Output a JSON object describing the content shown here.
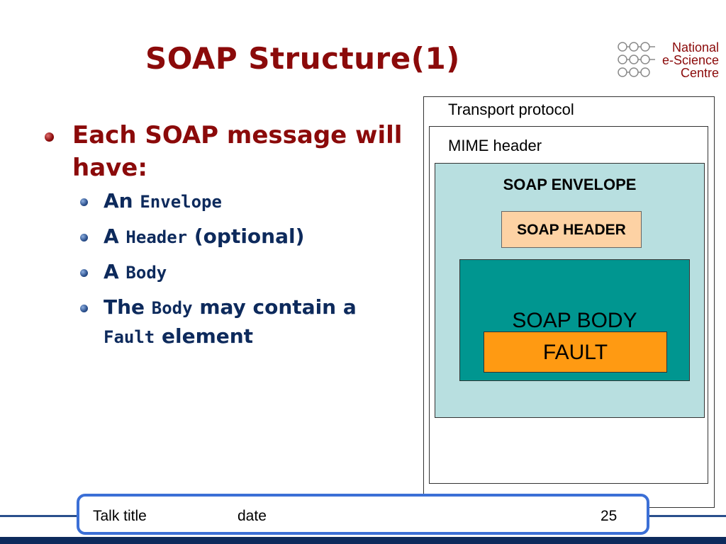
{
  "slide": {
    "title": "SOAP Structure(1)"
  },
  "logo": {
    "line1": "National",
    "line2": "e-Science",
    "line3": "Centre",
    "color": "#8b0a0a"
  },
  "bullets": {
    "main": "Each SOAP message will have:",
    "items": [
      {
        "t1": "An ",
        "code1": "Envelope",
        "t2": "",
        "code2": "",
        "t3": ""
      },
      {
        "t1": "A ",
        "code1": "Header",
        "t2": " (optional)",
        "code2": "",
        "t3": ""
      },
      {
        "t1": "A ",
        "code1": "Body",
        "t2": "",
        "code2": "",
        "t3": ""
      },
      {
        "t1": "The ",
        "code1": "Body",
        "t2": " may contain a ",
        "code2": "Fault",
        "t3": " element"
      }
    ]
  },
  "diagram": {
    "transport": "Transport protocol",
    "mime": "MIME header",
    "envelope": "SOAP ENVELOPE",
    "header": "SOAP HEADER",
    "body": "SOAP BODY",
    "fault": "FAULT",
    "colors": {
      "envelope": "#b8dfe0",
      "header": "#fdd2a4",
      "body": "#009690",
      "fault": "#ff9a12"
    }
  },
  "footer": {
    "talk_title": "Talk title",
    "date": "date",
    "page": "25"
  }
}
